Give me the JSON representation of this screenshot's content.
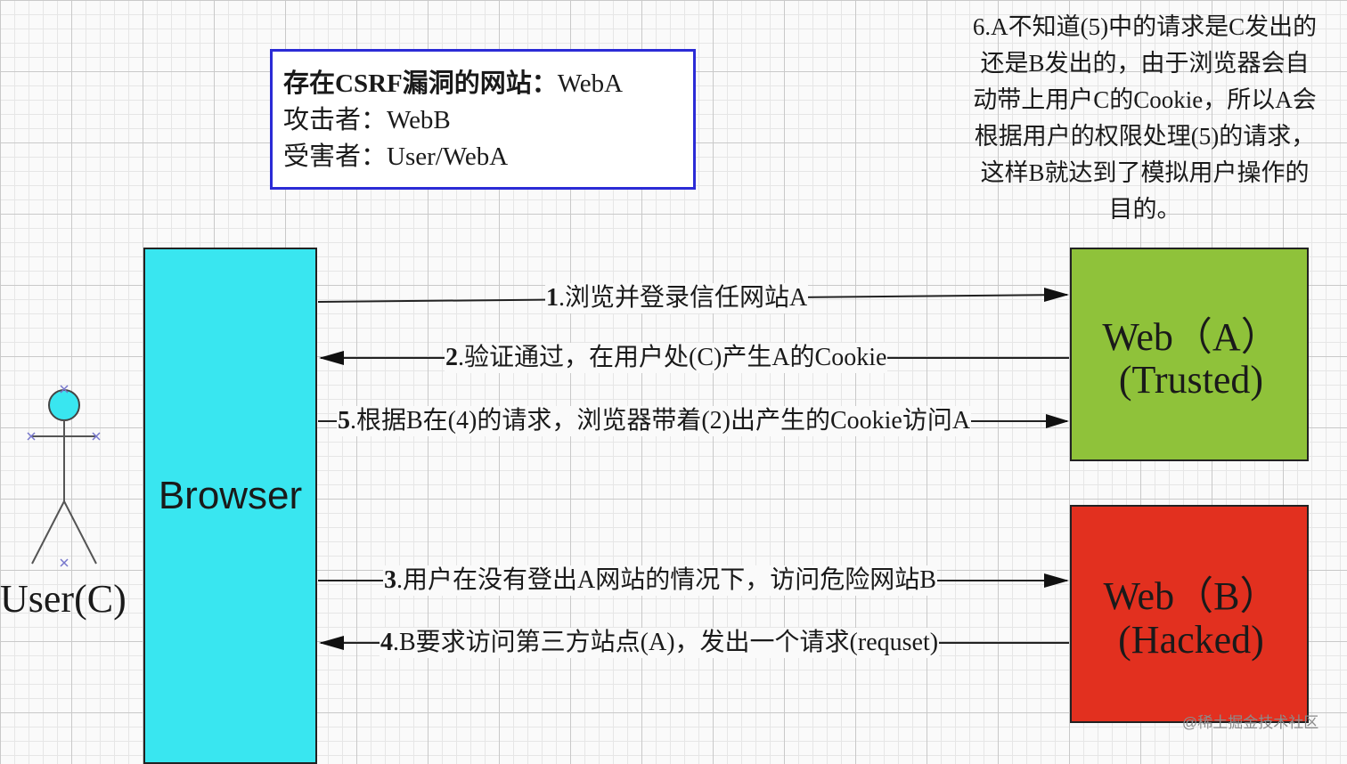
{
  "info_box": {
    "line1_key": "存在CSRF漏洞的网站：",
    "line1_value": "WebA",
    "line2_key": "攻击者：",
    "line2_value": "WebB",
    "line3_key": "受害者：",
    "line3_value": "User/WebA"
  },
  "note": {
    "lines": [
      "6.A不知道(5)中的请求是C发出的",
      "还是B发出的，由于浏览器会自",
      "动带上用户C的Cookie，所以A会",
      "根据用户的权限处理(5)的请求，",
      "这样B就达到了模拟用户操作的",
      "目的。"
    ]
  },
  "actor": {
    "label": "User(C)"
  },
  "browser": {
    "label": "Browser"
  },
  "web_a": {
    "line1": "Web（A）",
    "line2": "(Trusted)"
  },
  "web_b": {
    "line1": "Web（B）",
    "line2": "(Hacked)"
  },
  "arrows": [
    {
      "num": "1",
      "text": ".浏览并登录信任网站A"
    },
    {
      "num": "2",
      "text": ".验证通过，在用户处(C)产生A的Cookie"
    },
    {
      "num": "5",
      "text": ".根据B在(4)的请求，浏览器带着(2)出产生的Cookie访问A"
    },
    {
      "num": "3",
      "text": ".用户在没有登出A网站的情况下，访问危险网站B"
    },
    {
      "num": "4",
      "text": ".B要求访问第三方站点(A)，发出一个请求(requset)"
    }
  ],
  "watermark": "@稀土掘金技术社区",
  "colors": {
    "grid": "#c9c9c9",
    "browser": "#39e6f0",
    "web_a": "#8fc23a",
    "web_b": "#e2301f",
    "info_border": "#2b2bd6",
    "actor_head": "#39e6f0"
  }
}
